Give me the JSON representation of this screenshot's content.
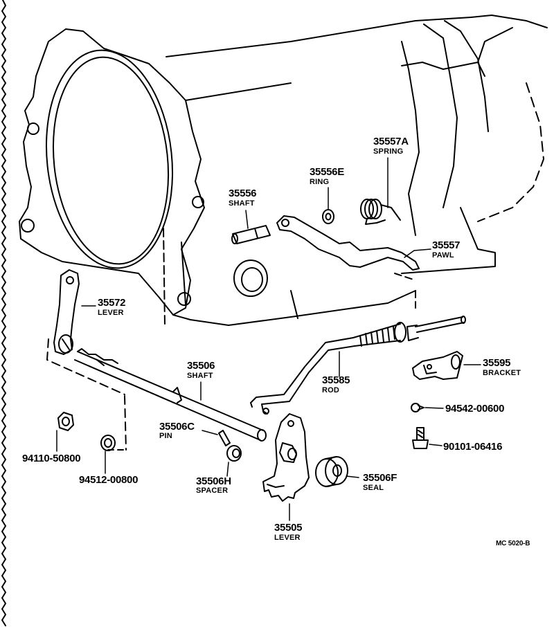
{
  "diagram_code": "MC 5020-B",
  "parts": [
    {
      "id": "shaft_35556",
      "number": "35556",
      "name": "SHAFT"
    },
    {
      "id": "ring",
      "number": "35556E",
      "name": "RING"
    },
    {
      "id": "spring",
      "number": "35557A",
      "name": "SPRING"
    },
    {
      "id": "pawl",
      "number": "35557",
      "name": "PAWL"
    },
    {
      "id": "lever_35572",
      "number": "35572",
      "name": "LEVER"
    },
    {
      "id": "shaft_35506",
      "number": "35506",
      "name": "SHAFT"
    },
    {
      "id": "rod",
      "number": "35585",
      "name": "ROD"
    },
    {
      "id": "bracket",
      "number": "35595",
      "name": "BRACKET"
    },
    {
      "id": "bolt_94542",
      "number": "94542-00600",
      "name": ""
    },
    {
      "id": "bolt_90101",
      "number": "90101-06416",
      "name": ""
    },
    {
      "id": "pin",
      "number": "35506C",
      "name": "PIN"
    },
    {
      "id": "nut",
      "number": "94110-50800",
      "name": ""
    },
    {
      "id": "washer",
      "number": "94512-00800",
      "name": ""
    },
    {
      "id": "spacer",
      "number": "35506H",
      "name": "SPACER"
    },
    {
      "id": "seal",
      "number": "35506F",
      "name": "SEAL"
    },
    {
      "id": "lever_35505",
      "number": "35505",
      "name": "LEVER"
    }
  ]
}
